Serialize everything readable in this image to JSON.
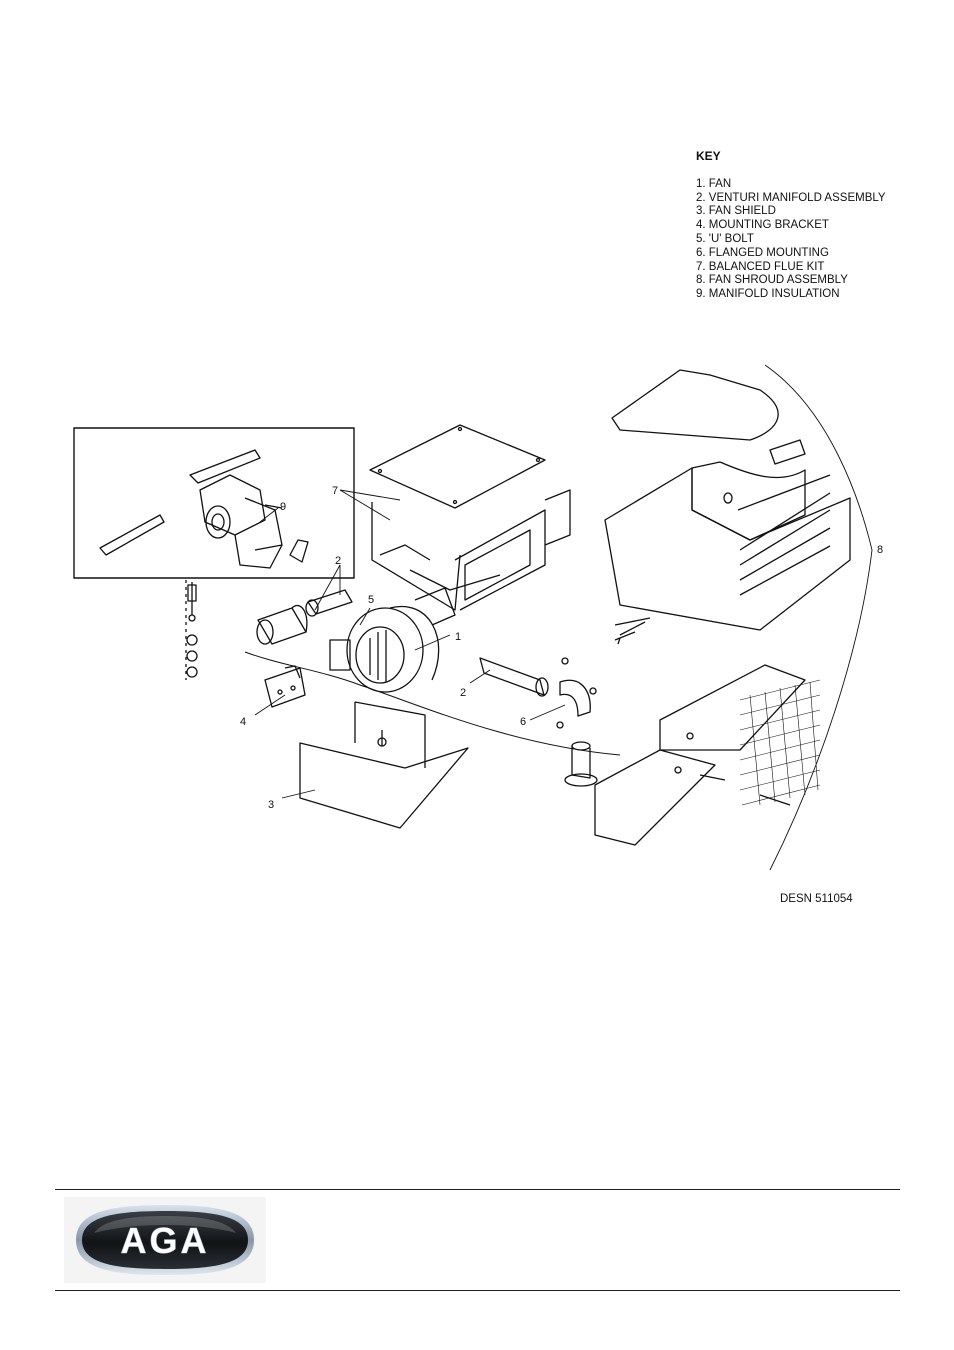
{
  "key": {
    "title": "KEY",
    "items": [
      "1.  FAN",
      "2.  VENTURI MANIFOLD ASSEMBLY",
      "3.  FAN SHIELD",
      "4.  MOUNTING BRACKET",
      "5.  'U' BOLT",
      "6.  FLANGED MOUNTING",
      "7.  BALANCED FLUE KIT",
      "8.  FAN SHROUD ASSEMBLY",
      "9.  MANIFOLD INSULATION"
    ]
  },
  "diagram": {
    "callouts": [
      "1",
      "2",
      "2",
      "3",
      "4",
      "5",
      "6",
      "7",
      "8",
      "9"
    ],
    "reference": "DESN 511054"
  },
  "logo": {
    "text": "AGA"
  }
}
